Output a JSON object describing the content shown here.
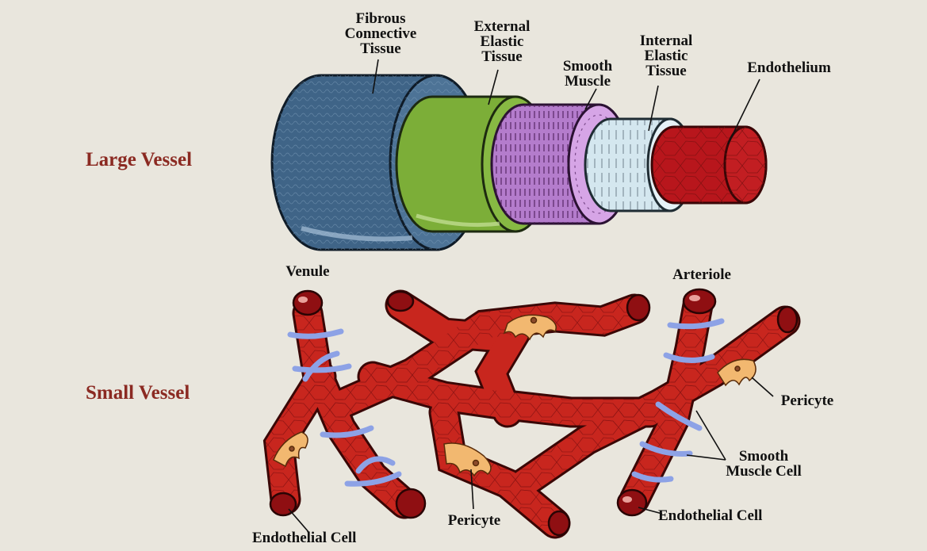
{
  "sections": {
    "large": "Large Vessel",
    "small": "Small Vessel"
  },
  "labels": {
    "fibrous": [
      "Fibrous",
      "Connective",
      "Tissue"
    ],
    "external": [
      "External",
      "Elastic",
      "Tissue"
    ],
    "smooth": [
      "Smooth",
      "Muscle"
    ],
    "internal": [
      "Internal",
      "Elastic",
      "Tissue"
    ],
    "endothelium": "Endothelium",
    "venule": "Venule",
    "arteriole": "Arteriole",
    "pericyte_right": "Pericyte",
    "pericyte_bottom": "Pericyte",
    "smooth_muscle_cell": [
      "Smooth",
      "Muscle Cell"
    ],
    "endothelial_cell_right": "Endothelial Cell",
    "endothelial_cell_left": "Endothelial Cell"
  },
  "colors": {
    "background": "#e9e6dd",
    "fibrous_layer": "#3f6487",
    "external_elastic_layer": "#7cae38",
    "smooth_muscle_layer": "#b47ccc",
    "internal_elastic_layer": "#d4e7ef",
    "endothelium_layer": "#b8161c",
    "vessel": "#c8261e",
    "pericyte": "#f2b870",
    "muscle_band": "#8da2e6",
    "section_title": "#8b2a22"
  }
}
